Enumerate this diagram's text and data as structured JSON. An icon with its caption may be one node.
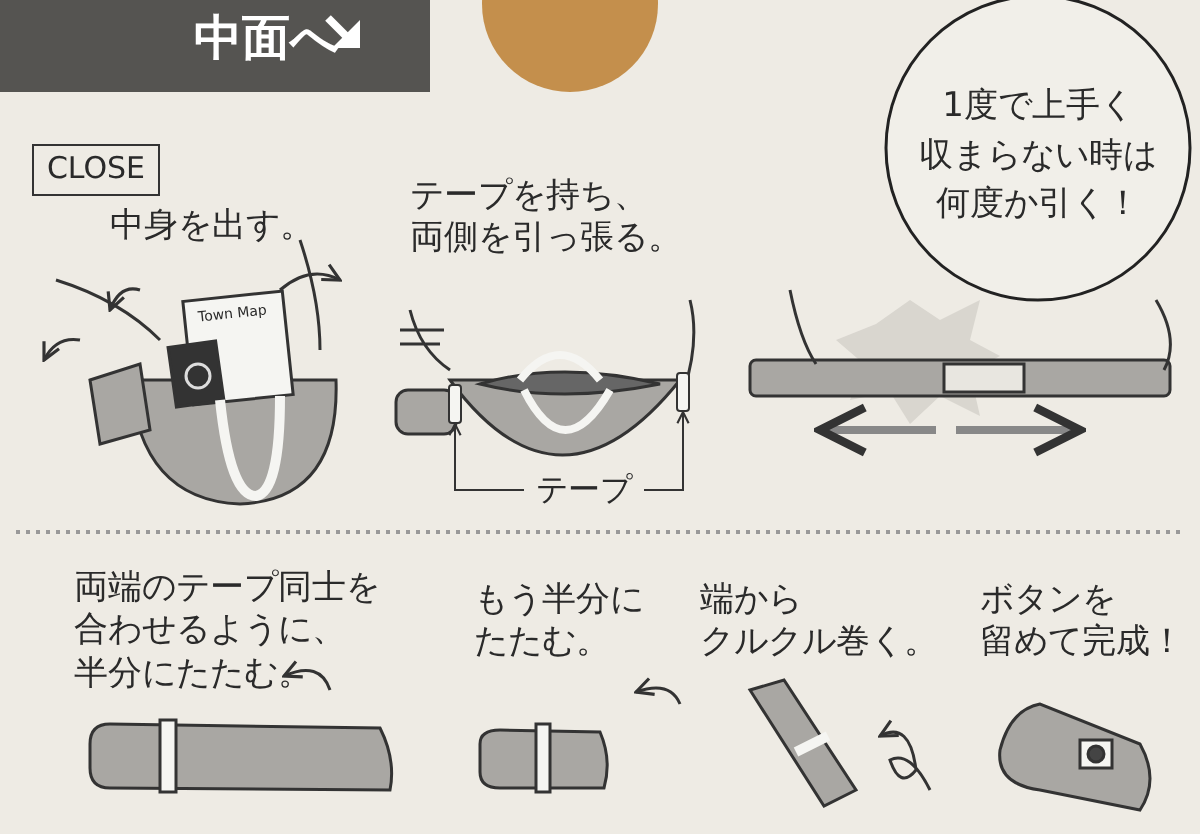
{
  "diagram": {
    "nodes": [
      {
        "text": [
          "CLOSE"
        ]
      },
      {
        "text": [
          "1度で上手く収まらない時は何度か引く！"
        ]
      },
      {
        "text": [
          "テープ"
        ]
      },
      {
        "text": [],
        "shape": "bar"
      },
      {
        "text": [],
        "shape": "bar"
      }
    ],
    "edges": [
      {
        "from": 2,
        "to": 3,
        "arrow": "to"
      },
      {
        "from": 2,
        "to": 4,
        "arrow": "to"
      }
    ],
    "labels": [
      "中面へ",
      "中身を出す。",
      "テープを持ち、両側を引っ張る。",
      "Town Map",
      "両端のテープ同士を合わせるように、半分にたたむ。",
      "もう半分にたたむ。",
      "端からクルクル巻く。",
      "ボタンを留めて完成！"
    ]
  }
}
